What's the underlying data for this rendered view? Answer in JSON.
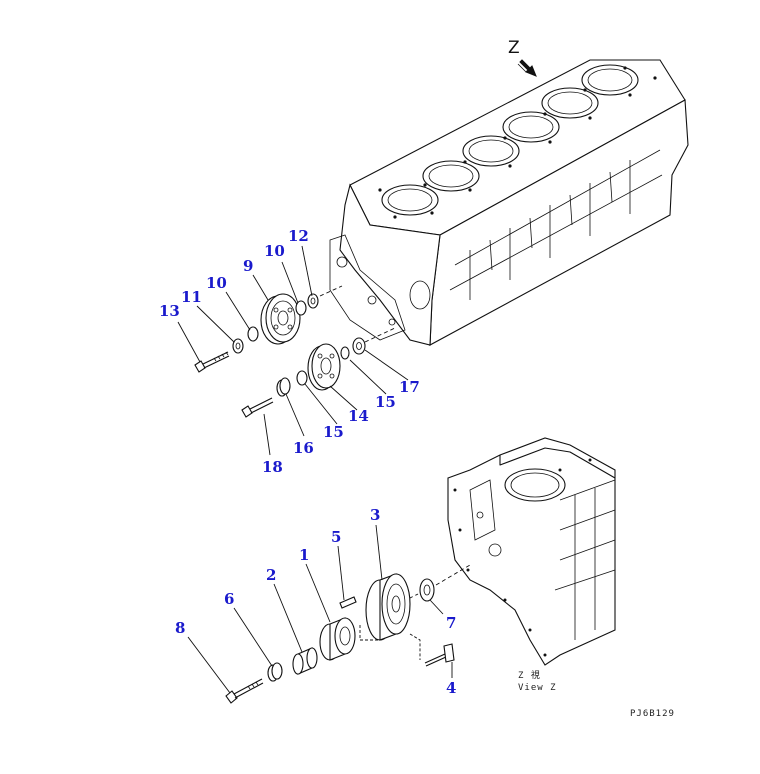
{
  "view_marker": "Z",
  "view_caption": {
    "line1": "Z   視",
    "line2": "View Z"
  },
  "drawing_code": "PJ6B129",
  "callouts": [
    {
      "id": "c1",
      "text": "1"
    },
    {
      "id": "c2",
      "text": "2"
    },
    {
      "id": "c3",
      "text": "3"
    },
    {
      "id": "c4",
      "text": "4"
    },
    {
      "id": "c5",
      "text": "5"
    },
    {
      "id": "c6",
      "text": "6"
    },
    {
      "id": "c7",
      "text": "7"
    },
    {
      "id": "c8",
      "text": "8"
    },
    {
      "id": "c9",
      "text": "9"
    },
    {
      "id": "c10a",
      "text": "10"
    },
    {
      "id": "c10b",
      "text": "10"
    },
    {
      "id": "c11",
      "text": "11"
    },
    {
      "id": "c12",
      "text": "12"
    },
    {
      "id": "c13",
      "text": "13"
    },
    {
      "id": "c14",
      "text": "14"
    },
    {
      "id": "c15a",
      "text": "15"
    },
    {
      "id": "c15b",
      "text": "15"
    },
    {
      "id": "c16",
      "text": "16"
    },
    {
      "id": "c17",
      "text": "17"
    },
    {
      "id": "c18",
      "text": "18"
    }
  ],
  "colors": {
    "callout": "#1a1acc",
    "line": "#111111",
    "background": "#ffffff"
  }
}
